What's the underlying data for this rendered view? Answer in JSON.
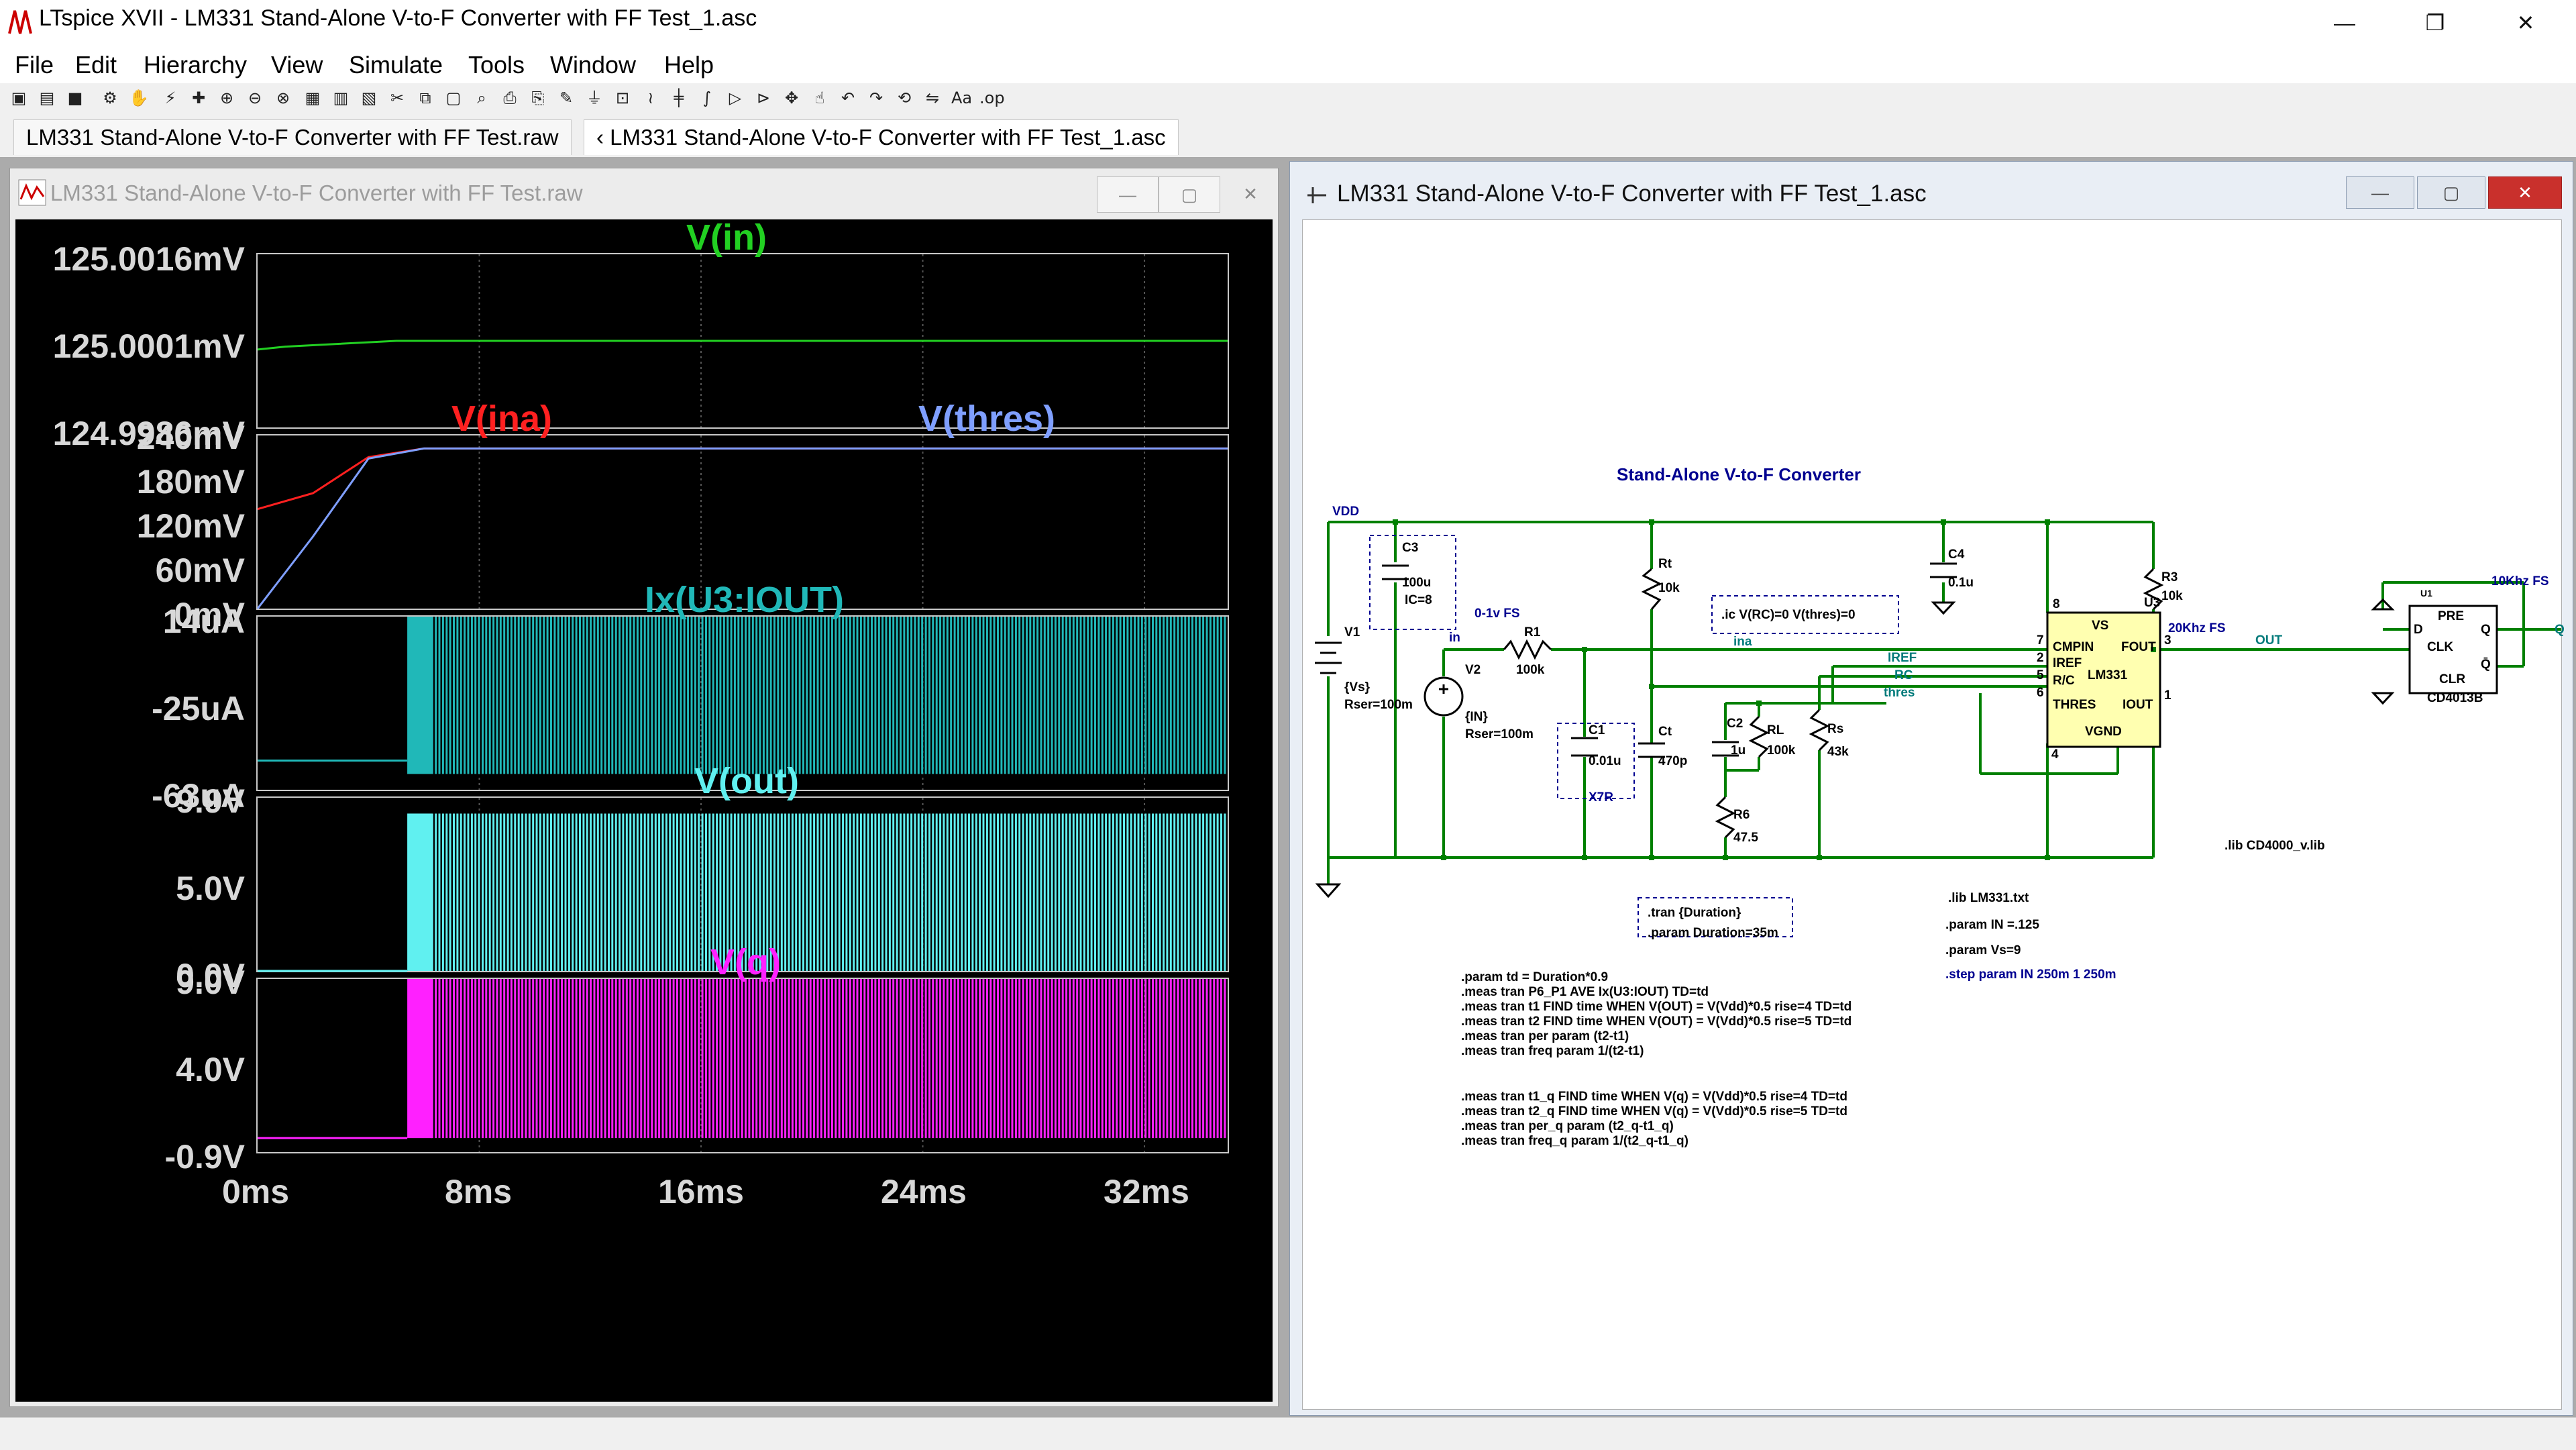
{
  "app": {
    "title": "LTspice XVII - LM331 Stand-Alone V-to-F Converter with FF Test_1.asc",
    "icon": "ltspice-logo-icon"
  },
  "menu": [
    "File",
    "Edit",
    "Hierarchy",
    "View",
    "Simulate",
    "Tools",
    "Window",
    "Help"
  ],
  "tabs": [
    {
      "label": "LM331 Stand-Alone V-to-F Converter with FF Test.raw"
    },
    {
      "label": "LM331 Stand-Alone V-to-F Converter with FF Test_1.asc",
      "prefix": "‹"
    }
  ],
  "waveform_window": {
    "title": "LM331 Stand-Alone V-to-F Converter with FF Test.raw",
    "x_ticks": [
      "0ms",
      "8ms",
      "16ms",
      "24ms",
      "32ms"
    ],
    "panes": [
      {
        "traces": [
          {
            "name": "V(in)",
            "color": "#22d022"
          }
        ],
        "y_ticks": [
          "125.0016mV",
          "125.0001mV",
          "124.9986mV"
        ]
      },
      {
        "traces": [
          {
            "name": "V(ina)",
            "color": "#ff2020"
          },
          {
            "name": "V(thres)",
            "color": "#7f9fff"
          }
        ],
        "y_ticks": [
          "240mV",
          "180mV",
          "120mV",
          "60mV",
          "0mV"
        ]
      },
      {
        "traces": [
          {
            "name": "Ix(U3:IOUT)",
            "color": "#20b8b8"
          }
        ],
        "y_ticks": [
          "14uA",
          "-25uA",
          "-63uA"
        ]
      },
      {
        "traces": [
          {
            "name": "V(out)",
            "color": "#60f0f0"
          }
        ],
        "y_ticks": [
          "9.9V",
          "5.0V",
          "0.0V"
        ]
      },
      {
        "traces": [
          {
            "name": "V(q)",
            "color": "#ff20ff"
          }
        ],
        "y_ticks": [
          "9.0V",
          "4.0V",
          "-0.9V"
        ]
      }
    ]
  },
  "chart_data": {
    "type": "line",
    "x_unit": "ms",
    "xlim": [
      0,
      35
    ],
    "panes": [
      {
        "series": [
          {
            "name": "V(in)",
            "x": [
              0,
              1,
              5,
              35
            ],
            "y": [
              124.99995,
              125.0,
              125.0001,
              125.0001
            ]
          }
        ],
        "ylim": [
          124.9986,
          125.0016
        ]
      },
      {
        "series": [
          {
            "name": "V(ina)",
            "x": [
              0,
              2,
              4,
              6,
              35
            ],
            "y": [
              138,
              160,
              210,
              222,
              222
            ]
          },
          {
            "name": "V(thres)",
            "x": [
              0,
              2,
              4,
              6,
              35
            ],
            "y": [
              0,
              100,
              208,
              222,
              222
            ]
          }
        ],
        "ylim": [
          0,
          240
        ]
      },
      {
        "series": [
          {
            "name": "Ix(U3:IOUT)",
            "x_start_switching": 5.4,
            "baseline": -50,
            "high": 14,
            "low": -56
          }
        ],
        "ylim": [
          -63,
          14
        ]
      },
      {
        "series": [
          {
            "name": "V(out)",
            "x_start_switching": 5.4,
            "low": 0.0,
            "high": 9.0
          }
        ],
        "ylim": [
          0.0,
          9.9
        ]
      },
      {
        "series": [
          {
            "name": "V(q)",
            "x_start_switching": 5.4,
            "low": -0.1,
            "high": 9.0
          }
        ],
        "ylim": [
          -0.9,
          9.0
        ]
      }
    ]
  },
  "schematic_window": {
    "title": "LM331 Stand-Alone V-to-F Converter with FF Test_1.asc",
    "heading": "Stand-Alone V-to-F Converter",
    "labels": {
      "vdd": "VDD",
      "c3": "C3",
      "c3_val": "100u",
      "c3_ic": "IC=8",
      "v1": "V1",
      "v1_val": "{Vs}",
      "v1_rser": "Rser=100m",
      "in": "in",
      "fs_in": "0-1v FS",
      "r1": "R1",
      "r1_val": "100k",
      "v2": "V2",
      "v2_val": "{IN}",
      "v2_rser": "Rser=100m",
      "c1": "C1",
      "c1_val": "0.01u",
      "c1_type": "X7R",
      "rt": "Rt",
      "rt_val": "10k",
      "ct": "Ct",
      "ct_val": "470p",
      "ic": ".ic V(RC)=0 V(thres)=0",
      "ina": "ina",
      "c2": "C2",
      "c2_val": "1u",
      "rl": "RL",
      "rl_val": "100k",
      "rs": "Rs",
      "rs_val": "43k",
      "r6": "R6",
      "r6_val": "47.5",
      "iref": "IREF",
      "rc": "RC",
      "thres": "thres",
      "c4": "C4",
      "c4_val": "0.1u",
      "u3": "U3",
      "ic_vs": "VS",
      "ic_cmpin": "CMPIN",
      "ic_fout": "FOUT",
      "ic_iref": "IREF",
      "ic_name": "LM331",
      "ic_rc": "R/C",
      "ic_thres": "THRES",
      "ic_iout": "IOUT",
      "ic_vgnd": "VGND",
      "pin8": "8",
      "pin7": "7",
      "pin2": "2",
      "pin5": "5",
      "pin6": "6",
      "pin3": "3",
      "pin1": "1",
      "pin4": "4",
      "r3": "R3",
      "r3_val": "10k",
      "fs_out": "20Khz FS",
      "out": "OUT",
      "u1": "U1",
      "ff_pre": "PRE",
      "ff_d": "D",
      "ff_q": "Q",
      "ff_clk": "CLK",
      "ff_qn": "Q̄",
      "ff_clr": "CLR",
      "ff_name": "CD4013B",
      "fs_q": "10Khz FS",
      "q": "Q",
      "lib4000": ".lib CD4000_v.lib",
      "tran": ".tran {Duration}",
      "dur": ".param Duration=35m",
      "lib331": ".lib LM331.txt",
      "param_in": ".param IN =.125",
      "param_vs": ".param Vs=9",
      "step": ".step param IN 250m 1 250m"
    },
    "meas": [
      ".param td = Duration*0.9",
      ".meas tran P6_P1 AVE Ix(U3:IOUT) TD=td",
      ".meas tran t1 FIND time WHEN V(OUT) = V(Vdd)*0.5 rise=4 TD=td",
      ".meas tran t2 FIND time WHEN V(OUT) = V(Vdd)*0.5 rise=5 TD=td",
      ".meas tran per param (t2-t1)",
      ".meas tran freq param 1/(t2-t1)",
      "",
      ".meas tran t1_q FIND time WHEN V(q) = V(Vdd)*0.5 rise=4 TD=td",
      ".meas tran t2_q FIND time WHEN V(q) = V(Vdd)*0.5 rise=5 TD=td",
      ".meas tran per_q param (t2_q-t1_q)",
      ".meas tran freq_q param 1/(t2_q-t1_q)"
    ]
  }
}
